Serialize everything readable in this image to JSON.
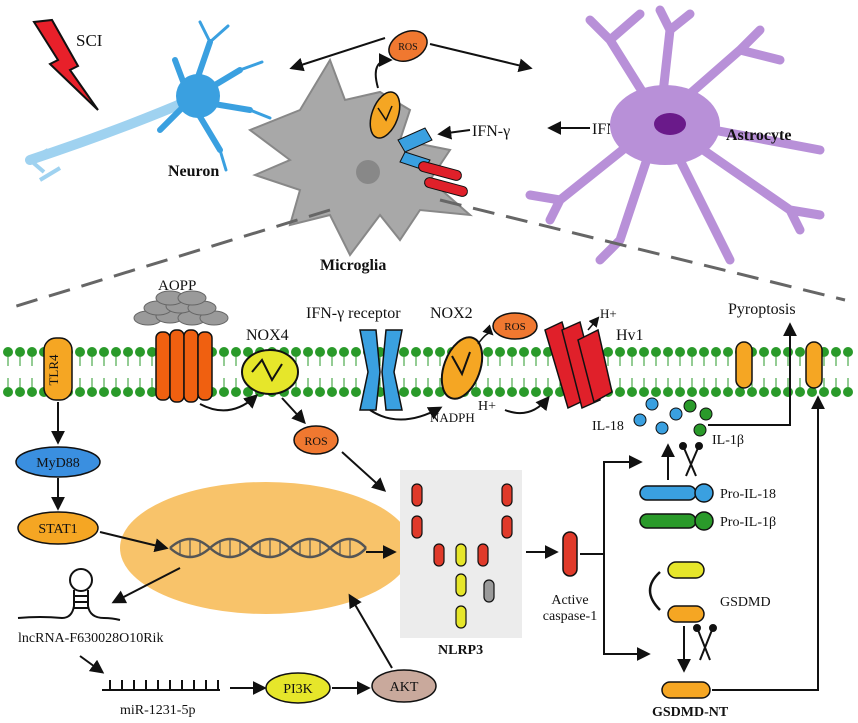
{
  "labels": {
    "sci": "SCI",
    "neuron": "Neuron",
    "microglia": "Microglia",
    "astrocyte": "Astrocyte",
    "ros_top": "ROS",
    "ifn_gamma": "IFN-γ",
    "ifn_gamma_up": "IFN-γ↑",
    "aopp": "AOPP",
    "nox4": "NOX4",
    "ifn_receptor": "IFN-γ receptor",
    "nox2": "NOX2",
    "ros_nox2": "ROS",
    "hv1": "Hv1",
    "h_plus_top": "H+",
    "h_plus_bottom": "H+",
    "nadph": "NADPH",
    "pyroptosis": "Pyroptosis",
    "tlr4": "TLR4",
    "myd88": "MyD88",
    "stat1": "STAT1",
    "ros_mid": "ROS",
    "nlrp3": "NLRP3",
    "active_caspase_1": "Active",
    "active_caspase_2": "caspase-1",
    "il18": "IL-18",
    "il1b": "IL-1β",
    "pro_il18": "Pro-IL-18",
    "pro_il1b": "Pro-IL-1β",
    "gsdmd": "GSDMD",
    "gsdmd_nt": "GSDMD-NT",
    "lncrna": "lncRNA-F630028O10Rik",
    "mirna": "miR-1231-5p",
    "pi3k": "PI3K",
    "akt": "AKT"
  },
  "colors": {
    "membrane_green": "#2a9a2a",
    "ros_orange": "#f07830",
    "myd88_blue": "#3a8fe0",
    "stat_orange": "#f5a623",
    "nucleus": "#f8c36a",
    "nlrp3_box": "#ececec",
    "caspase_red": "#e03a2a",
    "pi3k_yellow": "#e6e62a",
    "akt_brown": "#c9a99c",
    "neuron_blue": "#3aa0e0",
    "astro_purple": "#b890d8",
    "microglia_gray": "#a8a8a8"
  }
}
